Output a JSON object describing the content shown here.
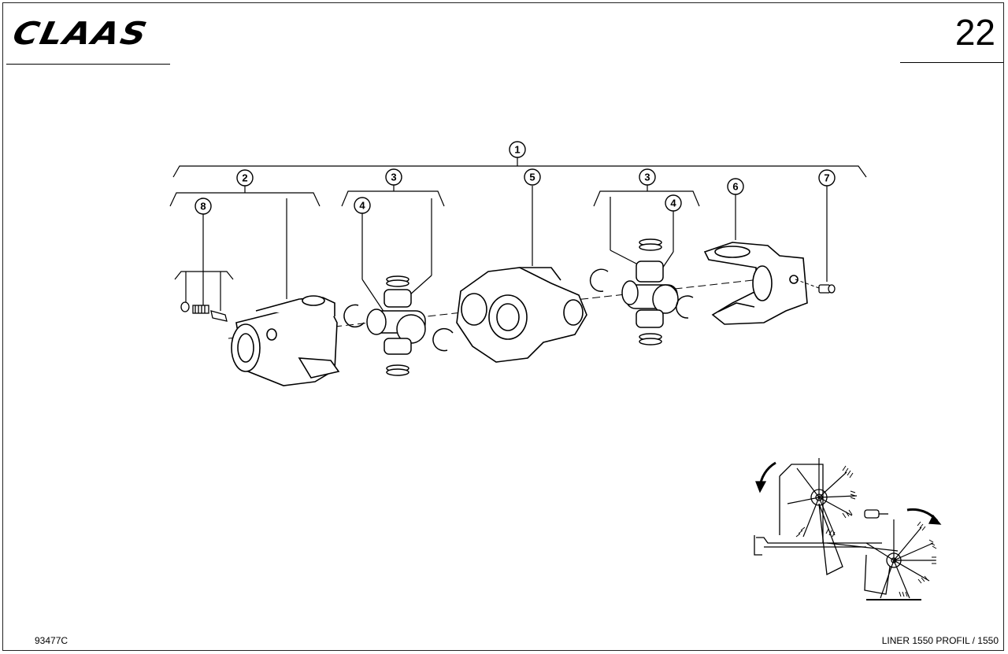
{
  "header": {
    "brand": "CLAAS",
    "page_number": "22"
  },
  "callouts": [
    {
      "id": "c1",
      "label": "1"
    },
    {
      "id": "c2",
      "label": "2"
    },
    {
      "id": "c3a",
      "label": "3"
    },
    {
      "id": "c4a",
      "label": "4"
    },
    {
      "id": "c5",
      "label": "5"
    },
    {
      "id": "c3b",
      "label": "3"
    },
    {
      "id": "c4b",
      "label": "4"
    },
    {
      "id": "c6",
      "label": "6"
    },
    {
      "id": "c7",
      "label": "7"
    },
    {
      "id": "c8",
      "label": "8"
    }
  ],
  "footer": {
    "drawing_number": "93477C",
    "model": "LINER 1550 PROFIL / 1550"
  }
}
